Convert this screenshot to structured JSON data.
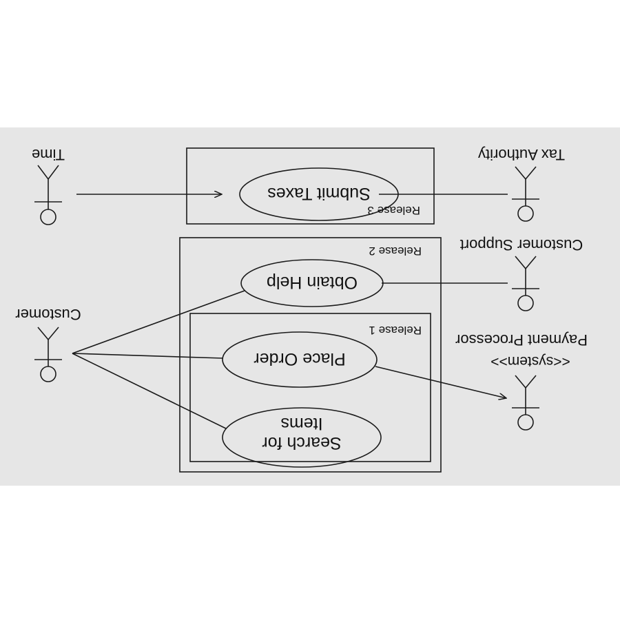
{
  "diagram": {
    "actors": {
      "time": {
        "label": "Time"
      },
      "customer": {
        "label": "Customer"
      },
      "tax_authority": {
        "label": "Tax Authority"
      },
      "customer_support": {
        "label": "Customer Support"
      },
      "payment_processor": {
        "label": "Payment Processor",
        "stereotype": "<<system>>"
      }
    },
    "boundaries": {
      "release3": {
        "label": "Release 3"
      },
      "release2": {
        "label": "Release 2"
      },
      "release1": {
        "label": "Release 1"
      }
    },
    "use_cases": {
      "submit_taxes": {
        "label": "Submit Taxes"
      },
      "obtain_help": {
        "label": "Obtain Help"
      },
      "place_order": {
        "label": "Place Order"
      },
      "search_for_items": {
        "line1": "Search for",
        "line2": "Items"
      }
    },
    "colors": {
      "ink": "#1a1a1a",
      "paper": "#e6e6e6"
    },
    "orientation": "rotated 180 degrees (upside down)"
  }
}
